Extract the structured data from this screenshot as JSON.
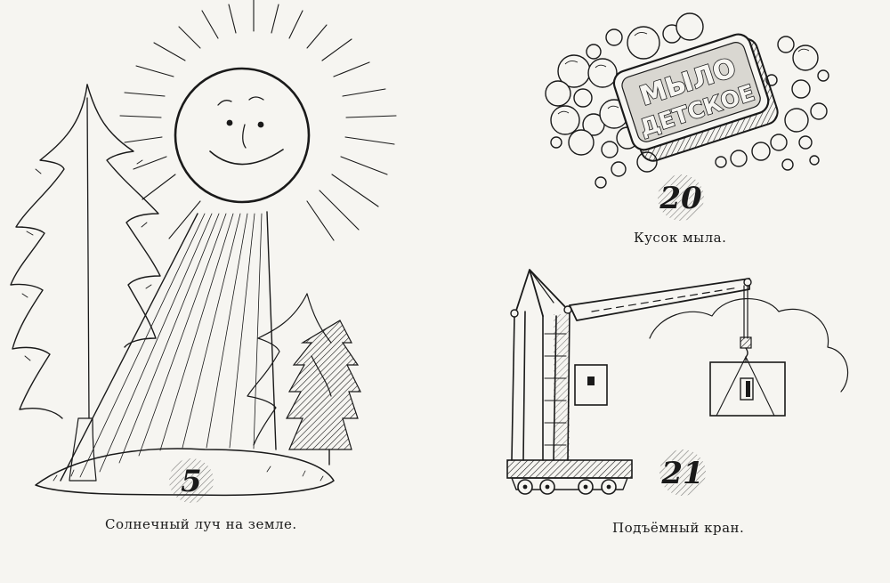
{
  "panels": {
    "sun": {
      "number": "5",
      "caption": "Солнечный луч на земле."
    },
    "soap": {
      "number": "20",
      "label_line1": "МЫЛО",
      "label_line2": "ДЕТСКОЕ",
      "caption": "Кусок мыла."
    },
    "crane": {
      "number": "21",
      "caption": "Подъёмный кран."
    }
  },
  "colors": {
    "ink": "#1a1a1a",
    "paper": "#f6f5f1"
  }
}
